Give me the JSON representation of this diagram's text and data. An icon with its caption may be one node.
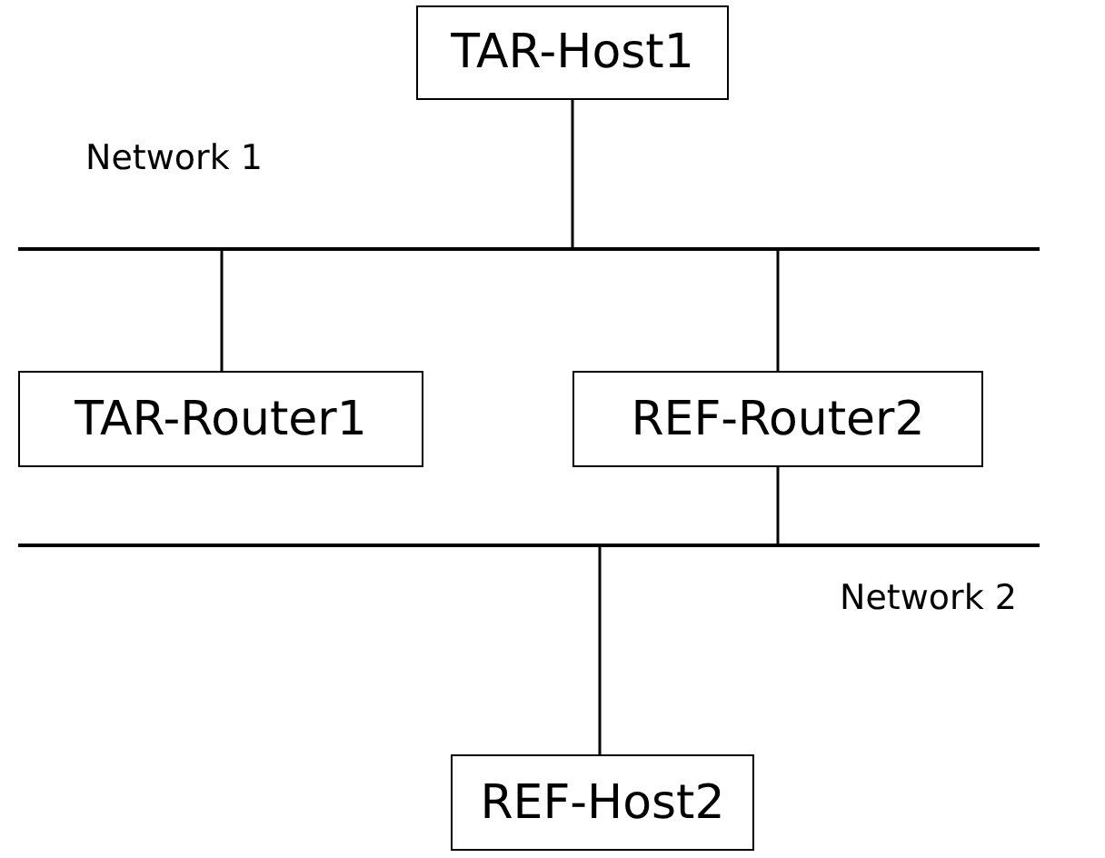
{
  "diagram": {
    "nodes": [
      {
        "text": [
          "TAR-Host1"
        ]
      },
      {
        "text": [],
        "shape": "bar",
        "beside": [
          "Network 1"
        ]
      },
      {
        "text": [
          "TAR-Router1"
        ]
      },
      {
        "text": [
          "REF-Router2"
        ]
      },
      {
        "text": [],
        "shape": "bar",
        "beside": [
          "Network 2"
        ]
      },
      {
        "text": [
          "REF-Host2"
        ]
      }
    ],
    "edges": [
      {
        "from": 0,
        "to": 1,
        "arrow": "none"
      },
      {
        "from": 1,
        "to": 2,
        "arrow": "none"
      },
      {
        "from": 1,
        "to": 3,
        "arrow": "none"
      },
      {
        "from": 3,
        "to": 4,
        "arrow": "none"
      },
      {
        "from": 4,
        "to": 5,
        "arrow": "none"
      }
    ]
  }
}
